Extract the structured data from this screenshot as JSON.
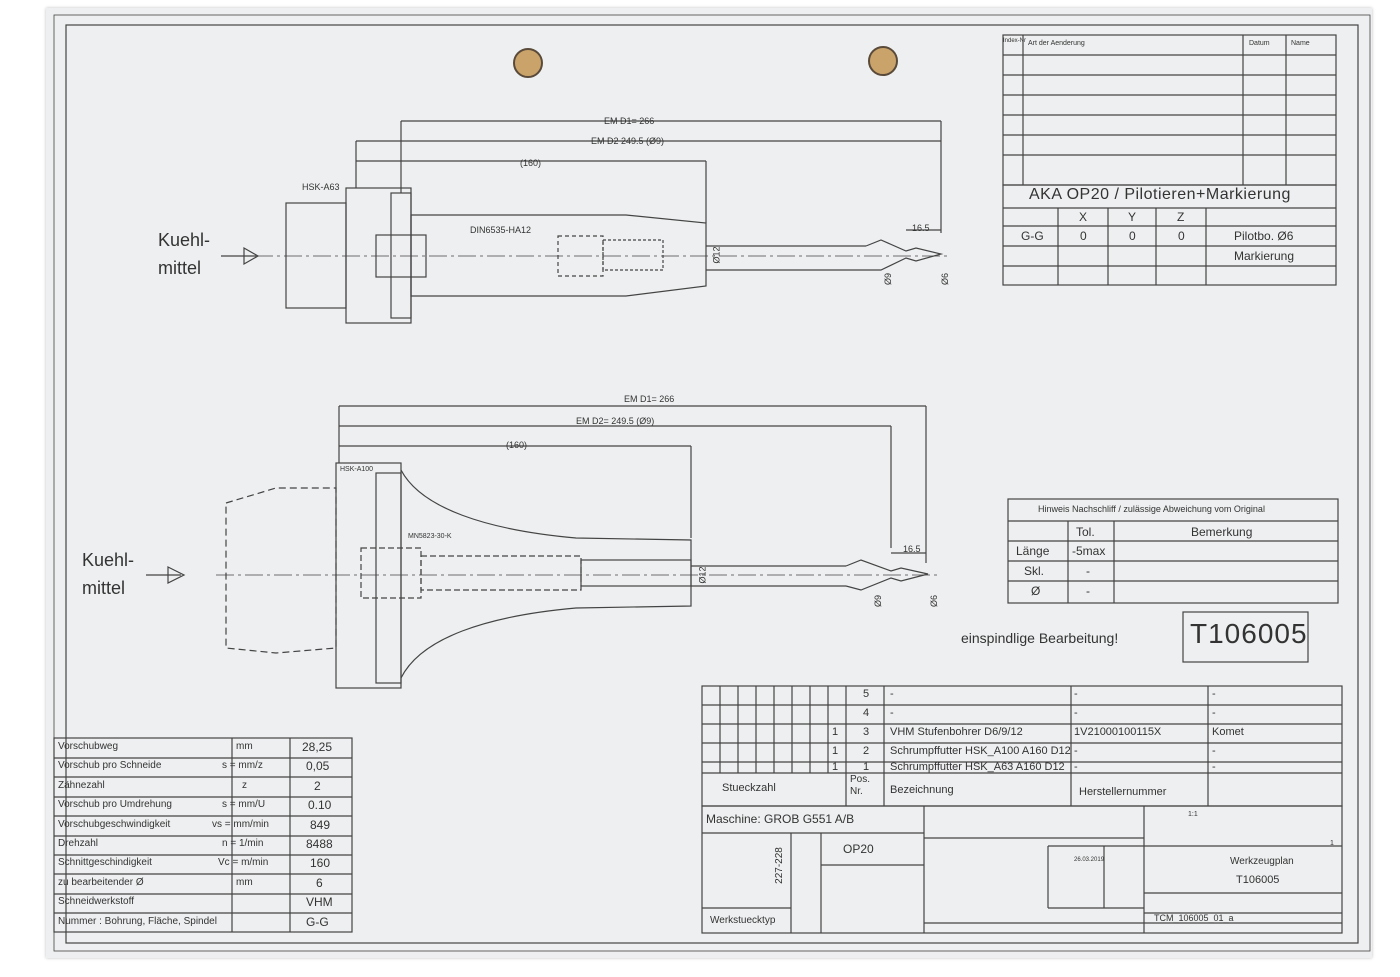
{
  "revisions": {
    "index_label": "Index-Nr",
    "change_label": "Art der Aenderung",
    "date_label": "Datum",
    "name_label": "Name"
  },
  "op_header": {
    "title": "AKA OP20 / Pilotieren+Markierung",
    "cols": [
      "X",
      "Y",
      "Z"
    ],
    "row1": {
      "code": "G-G",
      "x": "0",
      "y": "0",
      "z": "0",
      "tool": "Pilotbo. Ø6"
    },
    "row2_tool": "Markierung"
  },
  "drawing_top": {
    "em_d1": "EM D1= 266",
    "em_d2": "EM D2 249.5 (Ø9)",
    "len": "(160)",
    "holder": "HSK-A63",
    "collet": "DIN6535-HA12",
    "tip": "16.5",
    "d12": "Ø12",
    "d9": "Ø9",
    "d6": "Ø6",
    "coolant": [
      "Kuehl-",
      "mittel"
    ]
  },
  "drawing_bottom": {
    "em_d1": "EM D1= 266",
    "em_d2": "EM D2= 249.5 (Ø9)",
    "len": "(160)",
    "holder": "HSK-A100",
    "collet": "MN5823-30-K",
    "tip": "16.5",
    "d12": "Ø12",
    "d9": "Ø9",
    "d6": "Ø6",
    "coolant": [
      "Kuehl-",
      "mittel"
    ]
  },
  "regrind": {
    "title": "Hinweis Nachschliff / zulässige Abweichung vom Original",
    "col_tol": "Tol.",
    "col_note": "Bemerkung",
    "rows": [
      {
        "label": "Länge",
        "tol": "-5max"
      },
      {
        "label": "Skl.",
        "tol": "-"
      },
      {
        "label": "Ø",
        "tol": "-"
      }
    ]
  },
  "note": "einspindlige Bearbeitung!",
  "tool_number": "T106005",
  "parts": [
    {
      "pos": "5",
      "desc": "-",
      "part": "-",
      "maker": "-"
    },
    {
      "pos": "4",
      "desc": "-",
      "part": "-",
      "maker": "-"
    },
    {
      "pos": "3",
      "qty": "1",
      "desc": "VHM Stufenbohrer D6/9/12",
      "part": "1V21000100115X",
      "maker": "Komet"
    },
    {
      "pos": "2",
      "qty": "1",
      "desc": "Schrumpffutter HSK_A100 A160 D12",
      "part": "-",
      "maker": "-"
    },
    {
      "pos": "1",
      "qty": "1",
      "desc": "Schrumpffutter HSK_A63 A160 D12",
      "part": "-",
      "maker": "-"
    }
  ],
  "parts_header": {
    "qty": "Stueckzahl",
    "pos": "Pos. Nr.",
    "desc": "Bezeichnung",
    "part": "Herstellernummer"
  },
  "machine": "Maschine: GROB G551 A/B",
  "op": "OP20",
  "workpiece_code": "227-228",
  "workpiece_label": "Werkstuecktyp",
  "title_block": {
    "doc_title": "Werkzeugplan",
    "doc_number": "T106005",
    "drawing_no": "TCM_106005_01_a",
    "date": "26.03.2019",
    "scale": "1:1",
    "sheet": "1"
  },
  "params": [
    {
      "label": "Vorschubweg",
      "unit": "mm",
      "value": "28,25"
    },
    {
      "label": "Vorschub pro Schneide",
      "unit": "s = mm/z",
      "value": "0,05"
    },
    {
      "label": "Zähnezahl",
      "unit": "z",
      "value": "2"
    },
    {
      "label": "Vorschub pro Umdrehung",
      "unit": "s = mm/U",
      "value": "0.10"
    },
    {
      "label": "Vorschubgeschwindigkeit",
      "unit": "vs = mm/min",
      "value": "849"
    },
    {
      "label": "Drehzahl",
      "unit": "n = 1/min",
      "value": "8488"
    },
    {
      "label": "Schnittgeschindigkeit",
      "unit": "Vc = m/min",
      "value": "160"
    },
    {
      "label": "zu bearbeitender Ø",
      "unit": "mm",
      "value": "6"
    },
    {
      "label": "Schneidwerkstoff",
      "unit": "",
      "value": "VHM"
    },
    {
      "label": "Nummer : Bohrung, Fläche, Spindel",
      "unit": "",
      "value": "G-G"
    }
  ],
  "colors": {
    "paper": "#eeeff0",
    "ink": "#333333",
    "hole": "#c9a36a"
  }
}
